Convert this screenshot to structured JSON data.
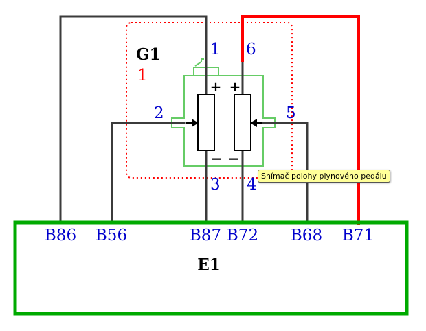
{
  "colors": {
    "wire": "#3b3b3b",
    "wire_supply": "#ff0000",
    "ecu_border": "#00aa00",
    "sensor_outline": "#66cc66",
    "boundary": "#ff0000",
    "pin_text": "#0000cc",
    "label_text": "#000000"
  },
  "component": {
    "name": "G1",
    "index": "1",
    "tooltip": "Snímač polohy plynového pedálu",
    "pins": [
      "1",
      "2",
      "3",
      "4",
      "5",
      "6"
    ],
    "plus_sign": "+",
    "minus_sign": "−"
  },
  "ecu": {
    "name": "E1",
    "pins": [
      "B86",
      "B56",
      "B87",
      "B72",
      "B68",
      "B71"
    ]
  },
  "icons": [
    "potentiometer-icon",
    "wiper-arrow-icon"
  ]
}
